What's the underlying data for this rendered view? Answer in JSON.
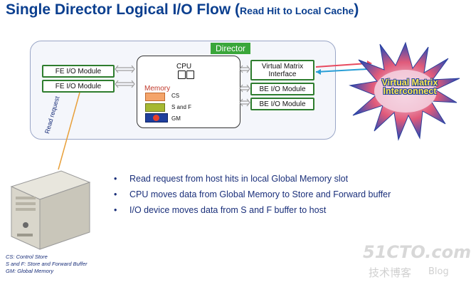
{
  "title": {
    "main": "Single Director Logical I/O Flow (",
    "sub": "Read Hit to Local Cache",
    "close": ")"
  },
  "director": {
    "label": "Director",
    "fe_modules": [
      "FE I/O Module",
      "FE I/O Module"
    ],
    "cpu_label": "CPU",
    "memory_label": "Memory",
    "memory_items": [
      {
        "label": "CS",
        "color": "#f4a46a"
      },
      {
        "label": "S and F",
        "color": "#a6b832"
      },
      {
        "label": "GM",
        "color": "#1f3f9c"
      }
    ],
    "vmi_label": "Virtual Matrix Interface",
    "be_modules": [
      "BE I/O Module",
      "BE I/O Module"
    ]
  },
  "interconnect": {
    "line1": "Virtual Matrix",
    "line2": "Interconnect"
  },
  "read_request_label": "Read request",
  "bullets": [
    "Read request from host hits in local Global Memory slot",
    "CPU moves data from Global Memory to Store and Forward buffer",
    "I/O device moves data from S and F buffer to host"
  ],
  "legend": [
    "CS: Control Store",
    "S and F: Store and Forward Buffer",
    "GM: Global Memory"
  ],
  "watermark": {
    "site": "51CTO.com",
    "tagline": "技术博客",
    "blog": "Blog"
  },
  "colors": {
    "title": "#0b3f8f",
    "module_border": "#2e7d2e",
    "director_label_bg": "#3aa63a",
    "text_blue": "#1a2f7a"
  }
}
